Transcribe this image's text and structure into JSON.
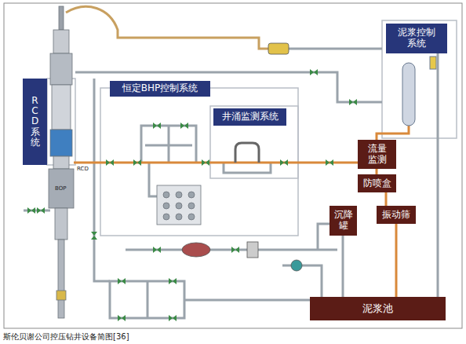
{
  "diagram": {
    "caption": "斯伦贝谢公司控压钻井设备简图[36]",
    "nodes": [
      {
        "text": [
          "泥浆控制系统"
        ]
      },
      {
        "text": [
          "RCD系统"
        ]
      },
      {
        "text": [
          "恒定BHP控制系统"
        ]
      },
      {
        "text": [
          "井涌监测系统"
        ]
      },
      {
        "text": [
          "流量监测"
        ]
      },
      {
        "text": [
          "防喷盒"
        ]
      },
      {
        "text": [
          "沉降罐"
        ]
      },
      {
        "text": [
          "振动筛"
        ]
      },
      {
        "text": [
          "泥浆池"
        ]
      }
    ],
    "edges": [
      {
        "from": 4,
        "to": 5,
        "arrow": "none"
      },
      {
        "from": 5,
        "to": 7,
        "arrow": "none"
      },
      {
        "from": 7,
        "to": 8,
        "arrow": "none"
      },
      {
        "from": 6,
        "to": 8,
        "arrow": "none"
      },
      {
        "from": 0,
        "to": 8,
        "arrow": "none"
      }
    ],
    "labels": [
      "BOP",
      "RCD"
    ]
  }
}
